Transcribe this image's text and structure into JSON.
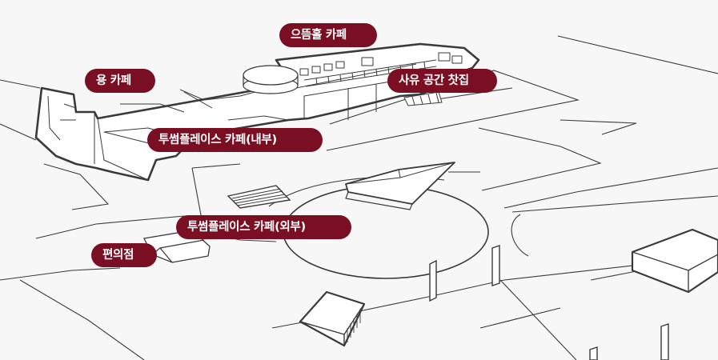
{
  "labels": {
    "eudeum_cafe": "으뜸홀 카페",
    "yong_cafe": "용 카페",
    "sayu_teahouse": "사유 공간 찻집",
    "twosome_inside": "투썸플레이스 카페(내부)",
    "twosome_outside": "투썸플레이스 카페(외부)",
    "convenience_store": "편의점"
  },
  "colors": {
    "label_bg": "#7a0f24",
    "label_text": "#ffffff",
    "background": "#f7f7f7",
    "line": "#3a3a3a",
    "building_fill": "#ffffff"
  }
}
